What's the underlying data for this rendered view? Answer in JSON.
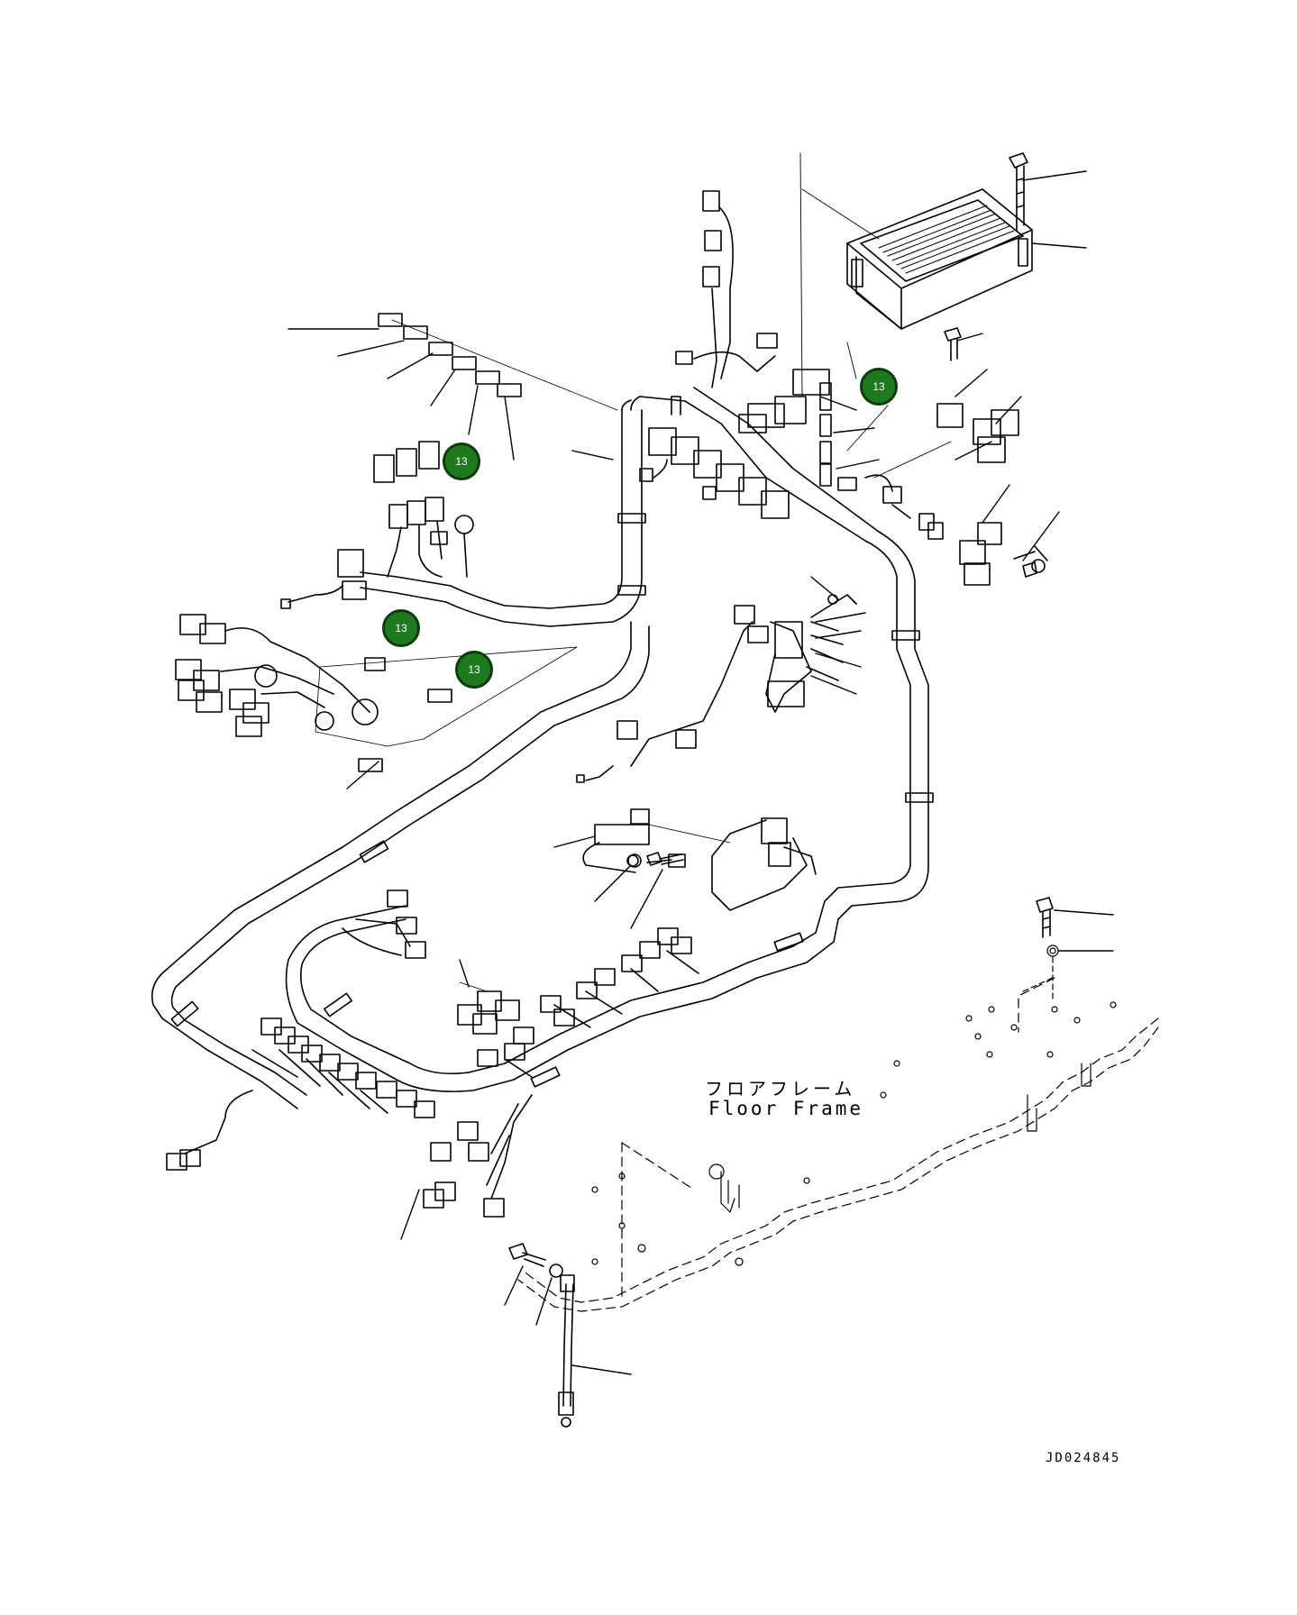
{
  "floor_frame": {
    "label_jp": "フロアフレーム",
    "label_en": "Floor Frame"
  },
  "drawing_number": "JD024845",
  "callouts": [
    {
      "label": "13"
    },
    {
      "label": "13"
    },
    {
      "label": "13"
    },
    {
      "label": "13"
    }
  ],
  "colors": {
    "callout_fill": "#1f7a1f",
    "callout_border": "#0b3d0b",
    "line": "#000000"
  }
}
